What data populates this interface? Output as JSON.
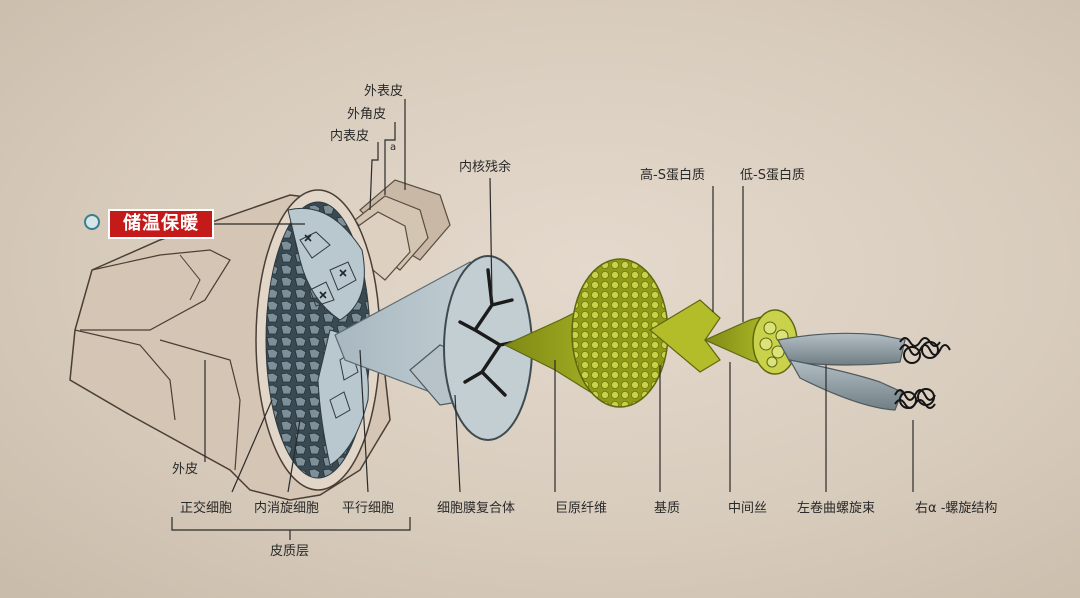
{
  "highlight": {
    "label": "储温保暖",
    "color": "#c41a1a"
  },
  "labels": {
    "outer_epidermis": "外表皮",
    "outer_horn": "外角皮",
    "inner_epidermis": "内表皮",
    "sub_a": "a",
    "nucleus_remnant": "内核残余",
    "high_s_protein": "高-S蛋白质",
    "low_s_protein": "低-S蛋白质",
    "cuticle": "外皮",
    "ortho_cell": "正交细胞",
    "inner_cell": "内消旋细胞",
    "para_cell": "平行细胞",
    "cortex": "皮质层",
    "cell_membrane_complex": "细胞膜复合体",
    "macrofibril": "巨原纤维",
    "matrix": "基质",
    "intermediate_filament": "中间丝",
    "left_coiled_coil": "左卷曲螺旋束",
    "right_alpha_helix": "右α -螺旋结构"
  },
  "colors": {
    "background": "#d8ccbd",
    "outer_shell": "#d2c3b2",
    "cortex_dark": "#3d4f58",
    "cortex_light": "#b3c3ca",
    "fiber_green": "#9aa51e",
    "helix_gray": "#8a969c"
  }
}
